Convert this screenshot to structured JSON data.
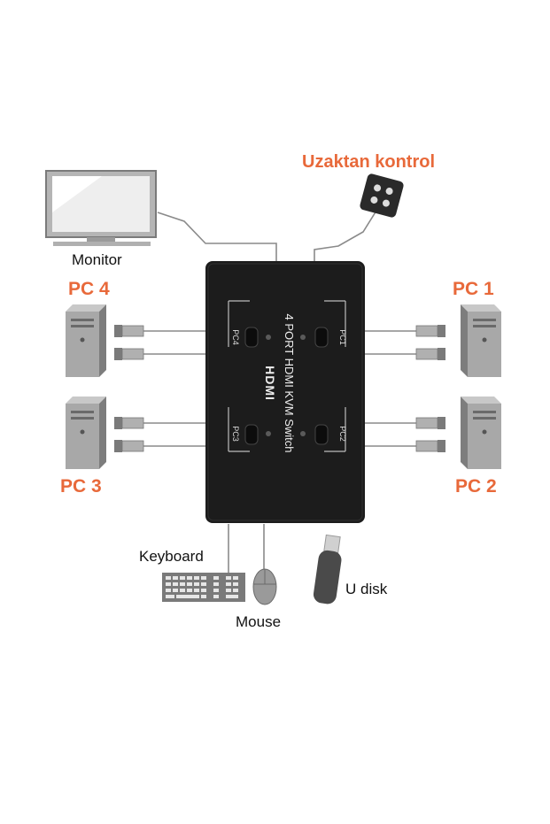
{
  "colors": {
    "accent": "#e8693a",
    "switch_body": "#1c1c1c",
    "computer": "#9a9a9a",
    "cable": "#8a8a8a"
  },
  "labels": {
    "remote": "Uzaktan kontrol",
    "monitor": "Monitor",
    "pc1": "PC 1",
    "pc2": "PC 2",
    "pc3": "PC 3",
    "pc4": "PC 4",
    "keyboard": "Keyboard",
    "mouse": "Mouse",
    "udisk": "U disk"
  },
  "switch": {
    "title": "4 PORT HDMI KVM Switch",
    "logo": "HDMI",
    "buttons": [
      "PC1",
      "PC2",
      "PC3",
      "PC4"
    ]
  },
  "icons": [
    "monitor-icon",
    "computer-tower-icon",
    "remote-control-icon",
    "keyboard-icon",
    "mouse-icon",
    "usb-drive-icon",
    "usb-plug-icon"
  ]
}
